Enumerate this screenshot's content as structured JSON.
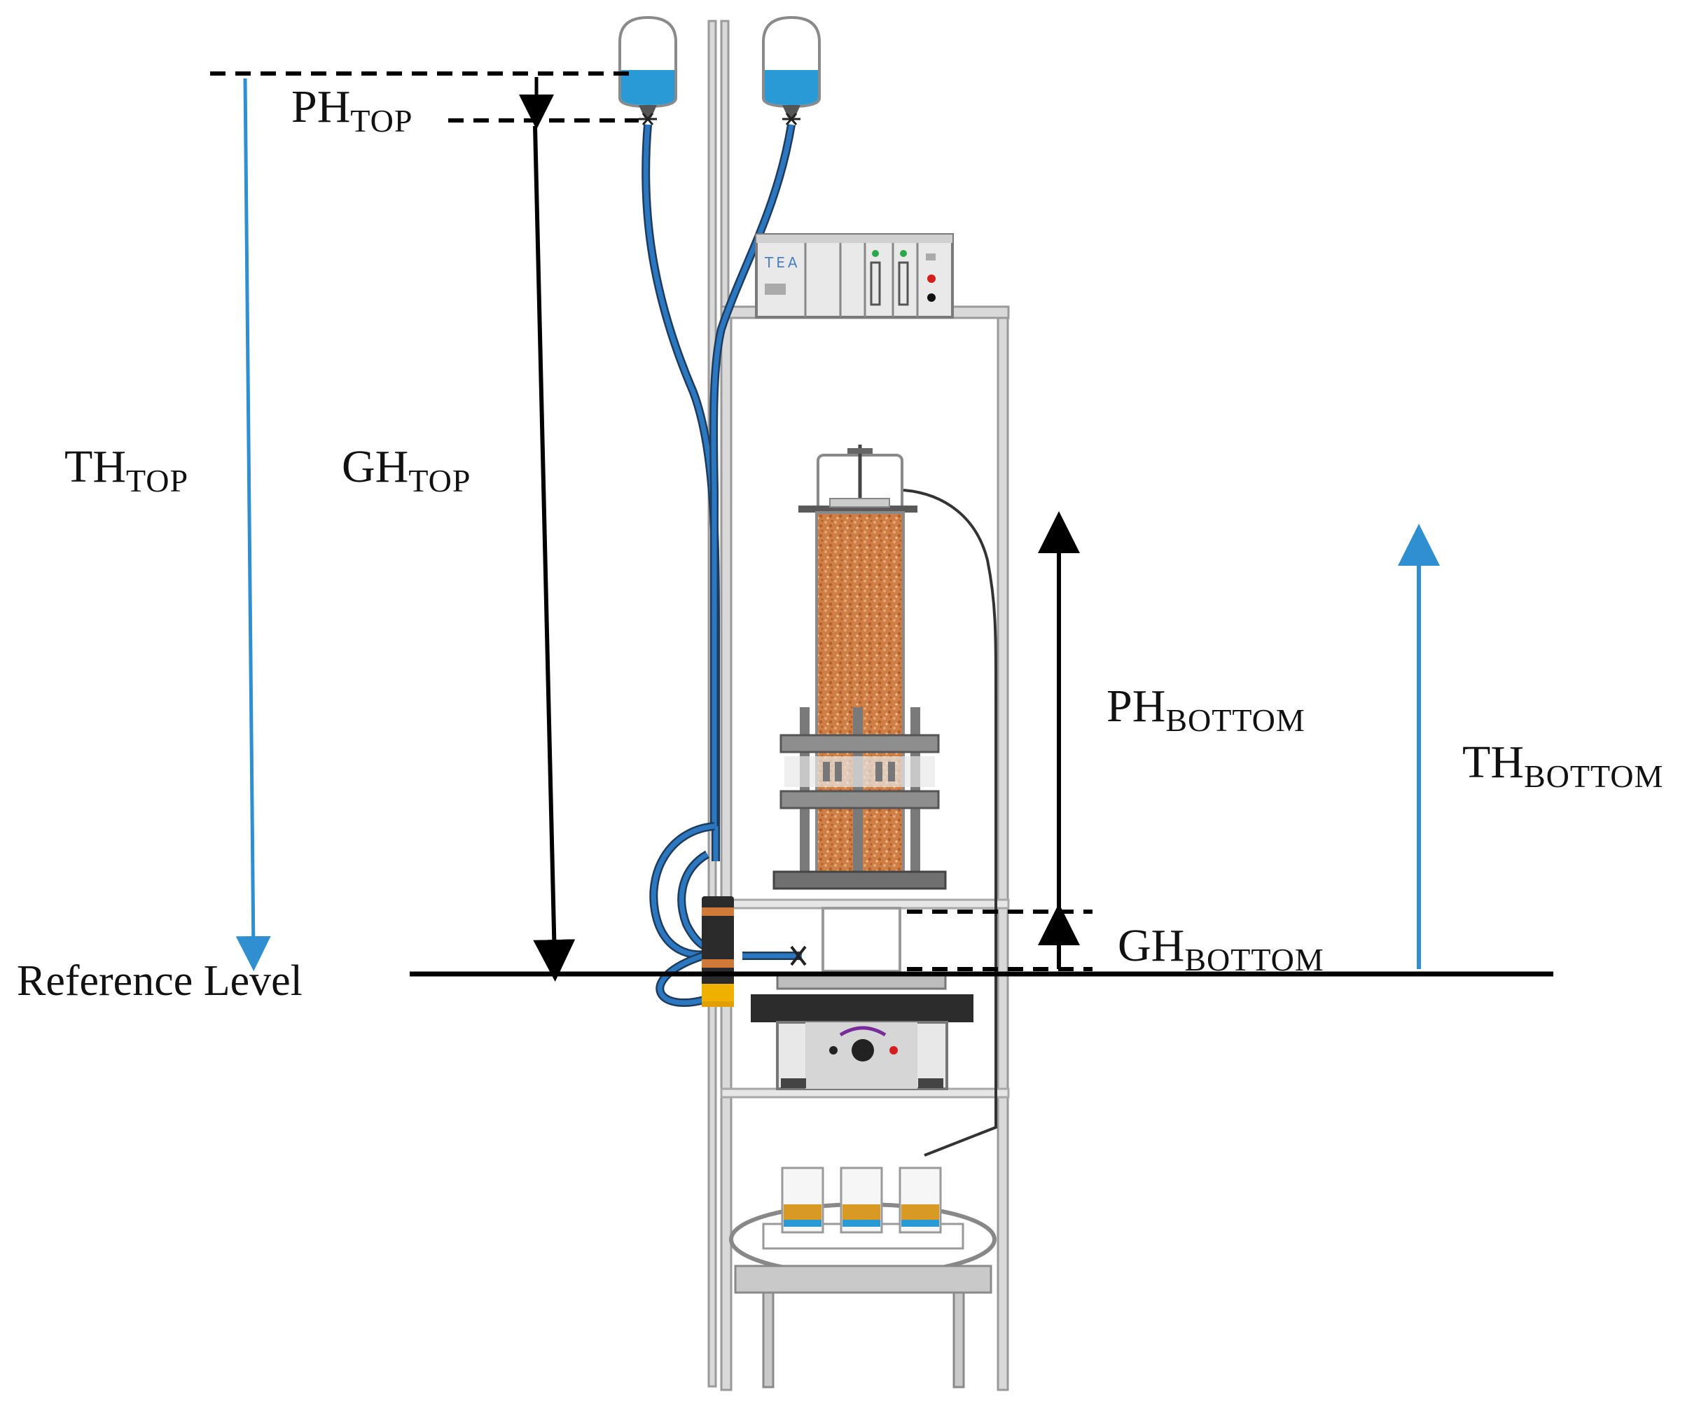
{
  "labels": {
    "ph_top": {
      "main": "PH",
      "sub": "TOP"
    },
    "th_top": {
      "main": "TH",
      "sub": "TOP"
    },
    "gh_top": {
      "main": "GH",
      "sub": "TOP"
    },
    "ph_bottom": {
      "main": "PH",
      "sub": "BOTTOM"
    },
    "th_bottom": {
      "main": "TH",
      "sub": "BOTTOM"
    },
    "gh_bottom": {
      "main": "GH",
      "sub": "BOTTOM"
    },
    "reference_level": "Reference Level"
  },
  "logger_text": "TEA",
  "colors": {
    "blue_arrow": "#2f8fd0",
    "water": "#2a9ad6",
    "tube_blue": "#1f6fb4",
    "soil": "#c9793f",
    "frame_gray": "#c6c6c6",
    "dark_gray": "#5a5a5a",
    "line": "#000000"
  }
}
